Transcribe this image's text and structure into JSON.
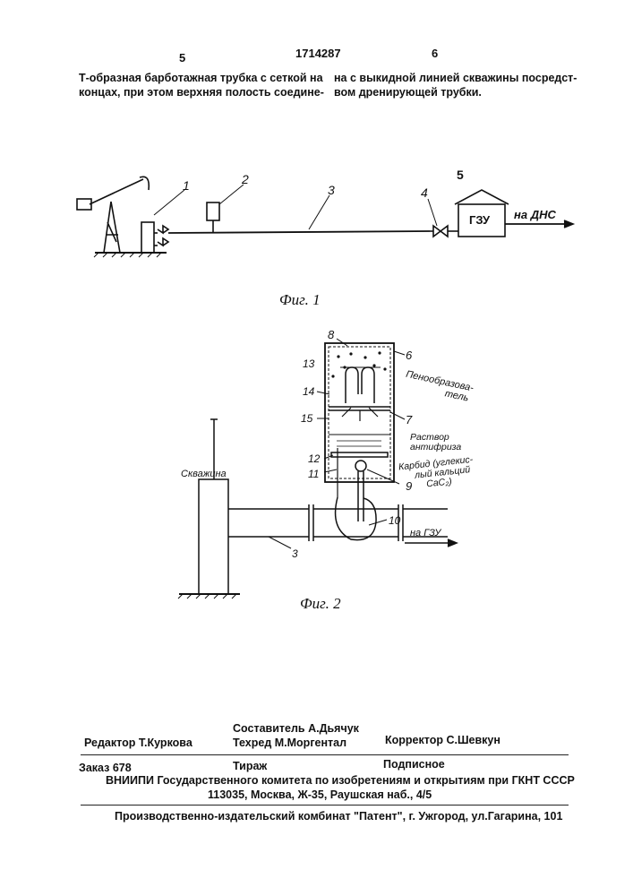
{
  "header": {
    "page_left": "5",
    "patent_number": "1714287",
    "page_right": "6"
  },
  "text": {
    "left_line1": "Т-образная барботажная трубка с сеткой на",
    "left_line2": "концах, при этом верхняя полость соедине-",
    "right_line1": "на с выкидной линией скважины посредст-",
    "right_line2": "вом дренирующей трубки."
  },
  "fig1": {
    "caption": "Фиг. 1",
    "labels": {
      "n1": "1",
      "n2": "2",
      "n3": "3",
      "n4": "4",
      "n5": "5",
      "gzu": "ГЗУ",
      "to_dns": "на ДНС"
    }
  },
  "fig2": {
    "caption": "Фиг. 2",
    "labels": {
      "n3": "3",
      "n6": "6",
      "n7": "7",
      "n8": "8",
      "n9": "9",
      "n10": "10",
      "n11": "11",
      "n12": "12",
      "n13": "13",
      "n14": "14",
      "n15": "15",
      "well": "Скважина",
      "foamer_a": "Пенообразова-",
      "foamer_b": "тель",
      "solution_a": "Раствор",
      "solution_b": "антифриза",
      "carbide_a": "Карбид (углекис-",
      "carbide_b": "лый кальций",
      "carbide_c": "CaC₂)",
      "to_gzu": "на ГЗУ"
    }
  },
  "imprint": {
    "editor": "Редактор  Т.Куркова",
    "compiler": "Составитель  А.Дьячук",
    "techred": "Техред М.Моргентал",
    "corrector": "Корректор  С.Шевкун",
    "order": "Заказ  678",
    "circulation": "Тираж",
    "subscription": "Подписное",
    "vniipi": "ВНИИПИ Государственного комитета по изобретениям и открытиям при ГКНТ СССР",
    "address": "113035, Москва, Ж-35, Раушская наб., 4/5",
    "publisher": "Производственно-издательский комбинат \"Патент\", г. Ужгород, ул.Гагарина, 101"
  }
}
